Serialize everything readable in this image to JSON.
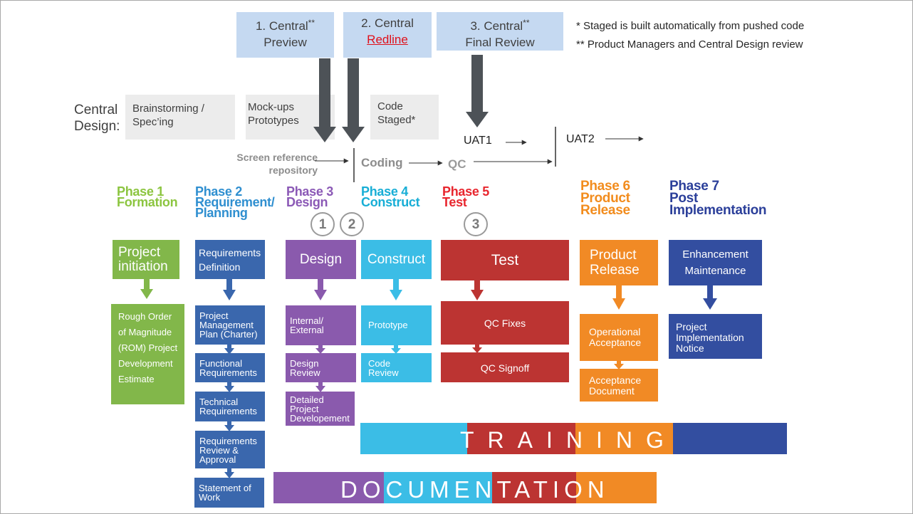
{
  "reviews": [
    {
      "num": "1. Central",
      "stars": "**",
      "line2": "Preview"
    },
    {
      "num": "2. Central",
      "stars": "",
      "line2": "Redline"
    },
    {
      "num": "3. Central",
      "stars": "**",
      "line2": "Final Review"
    }
  ],
  "notes": [
    "* Staged is built automatically from pushed code",
    "** Product Managers and Central Design review"
  ],
  "central_design": {
    "label": "Central Design:",
    "boxes": [
      "Brainstorming / Spec’ing",
      "Mock-ups Prototypes",
      "Code Staged*"
    ]
  },
  "pipeline": {
    "screen_ref": "Screen reference repository",
    "coding": "Coding",
    "qc": "QC",
    "uat1": "UAT1",
    "uat2": "UAT2"
  },
  "phases": [
    {
      "title": "Phase 1",
      "sub": "Formation",
      "color": "#8cc540"
    },
    {
      "title": "Phase 2",
      "sub": "Requirement/ Planning",
      "color": "#2f8fd0"
    },
    {
      "title": "Phase 3",
      "sub": "Design",
      "color": "#8b59b6"
    },
    {
      "title": "Phase 4",
      "sub": "Construct",
      "color": "#18aed6"
    },
    {
      "title": "Phase 5",
      "sub": "Test",
      "color": "#e8262e"
    },
    {
      "title": "Phase 6",
      "sub": "Product Release",
      "color": "#f28c1d"
    },
    {
      "title": "Phase 7",
      "sub": "Post Implementation",
      "color": "#2b3f9a"
    }
  ],
  "markers": [
    "1",
    "2",
    "3"
  ],
  "columns": {
    "p1": {
      "head": "Project initiation",
      "items": [
        "Rough Order of Magnitude (ROM) Project Development Estimate"
      ],
      "color": "#82b74a"
    },
    "p2": {
      "head": "Requirements Definition",
      "items": [
        "Project Management Plan (Charter)",
        "Functional Requirements",
        "Technical Requirements",
        "Requirements Review & Approval",
        "Statement of Work"
      ],
      "color": "#3a67ad"
    },
    "p3": {
      "head": "Design",
      "items": [
        "Internal/ External",
        "Design Review",
        "Detailed Project Developement"
      ],
      "color": "#8a5aad"
    },
    "p4": {
      "head": "Construct",
      "items": [
        "Prototype",
        "Code Review"
      ],
      "color": "#3bbde6"
    },
    "p5": {
      "head": "Test",
      "items": [
        "QC Fixes",
        "QC Signoff"
      ],
      "color": "#bc3432"
    },
    "p6": {
      "head": "Product Release",
      "items": [
        "Operational Acceptance",
        "Acceptance Document"
      ],
      "color": "#f18a25"
    },
    "p7": {
      "head": "Enhancement Maintenance",
      "items": [
        "Project Implementation Notice"
      ],
      "color": "#334ea0"
    }
  },
  "banners": {
    "training": "TRAINING",
    "documentation": "DOCUMENTATION"
  }
}
